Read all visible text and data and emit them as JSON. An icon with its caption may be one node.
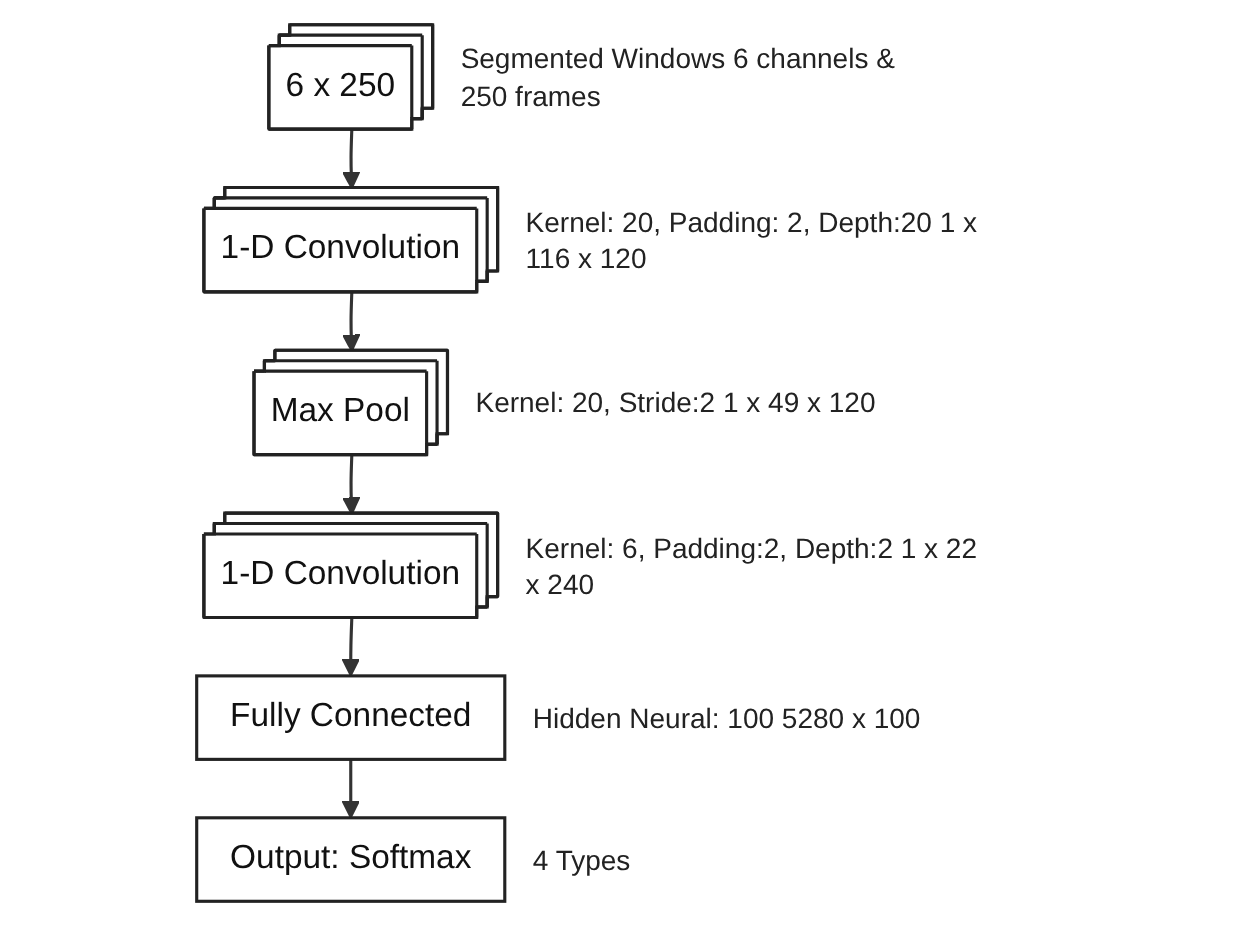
{
  "diagram": {
    "nodes": [
      {
        "text": [
          "6 x 250"
        ],
        "beside": [
          "Segmented Windows 6 channels & 250 frames"
        ]
      },
      {
        "text": [
          "1-D Convolution"
        ],
        "beside": [
          "Kernel: 20, Padding: 2, Depth:20 1 x 116 x 120"
        ]
      },
      {
        "text": [
          "Max Pool"
        ],
        "beside": [
          "Kernel: 20, Stride:2 1 x 49 x 120"
        ]
      },
      {
        "text": [
          "1-D Convolution"
        ],
        "beside": [
          "Kernel: 6, Padding:2, Depth:2 1 x 22 x 240"
        ]
      },
      {
        "text": [
          "Fully Connected"
        ],
        "beside": [
          "Hidden Neural: 100 5280 x 100"
        ]
      },
      {
        "text": [
          "Output: Softmax"
        ],
        "beside": [
          "4 Types"
        ]
      }
    ],
    "edges": [
      {
        "from": 0,
        "to": 1,
        "arrow": "to"
      },
      {
        "from": 1,
        "to": 2,
        "arrow": "to"
      },
      {
        "from": 2,
        "to": 3,
        "arrow": "to"
      },
      {
        "from": 3,
        "to": 4,
        "arrow": "to"
      },
      {
        "from": 4,
        "to": 5,
        "arrow": "to"
      }
    ]
  }
}
